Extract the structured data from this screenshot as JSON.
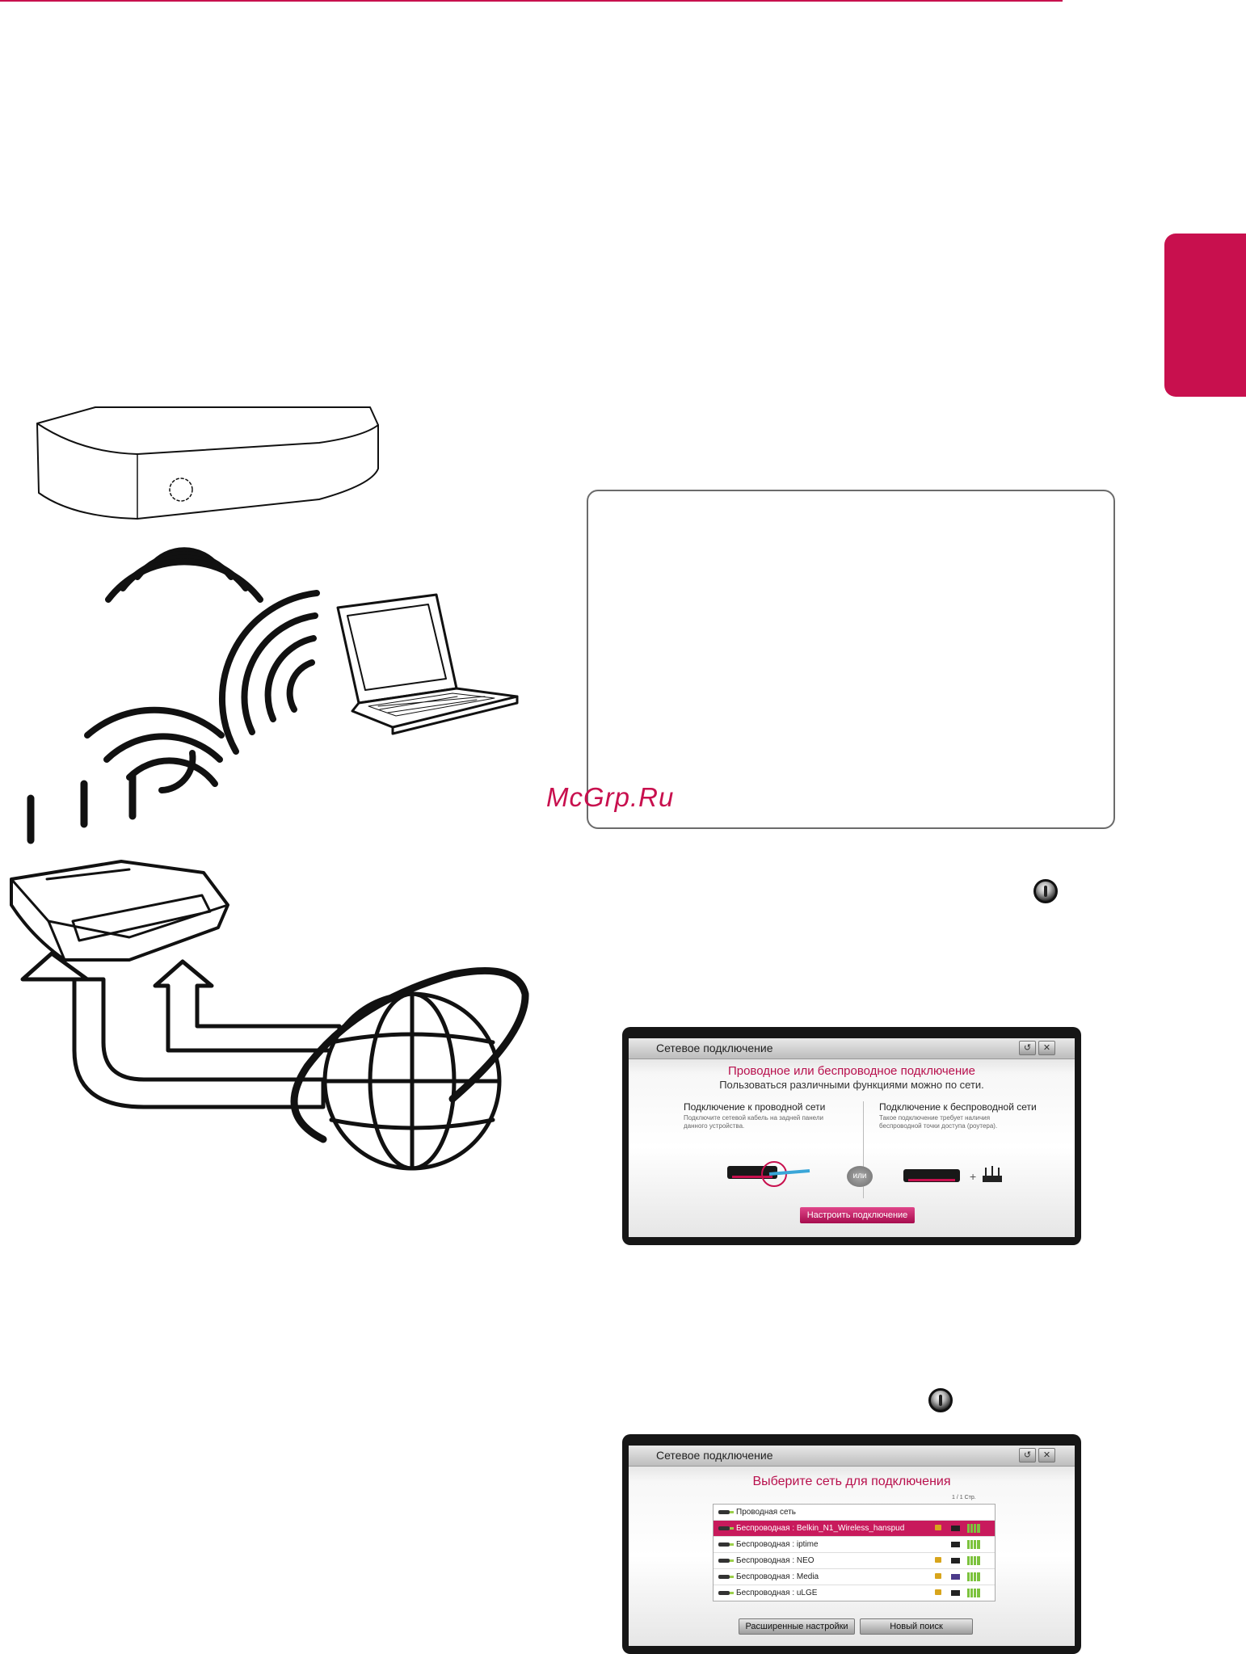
{
  "watermark": "McGrp.Ru",
  "screen1": {
    "header_title": "Сетевое подключение",
    "back_icon": "↺",
    "close_icon": "✕",
    "headline": "Проводное или беспроводное подключение",
    "subtitle": "Пользоваться различными функциями можно по сети.",
    "wired": {
      "title": "Подключение к проводной сети",
      "text": "Подключите сетевой кабель на задней панели данного устройства."
    },
    "or_label": "или",
    "wireless": {
      "title": "Подключение к беспроводной сети",
      "text": "Такое подключение требует наличия беспроводной точки доступа (роутера)."
    },
    "cta": "Настроить подключение"
  },
  "screen2": {
    "header_title": "Сетевое подключение",
    "back_icon": "↺",
    "close_icon": "✕",
    "headline": "Выберите сеть для подключения",
    "page_indicator": "1 / 1 Стр.",
    "networks": [
      {
        "label": "Проводная сеть",
        "selected": false,
        "lock": false,
        "ap": false,
        "signal": false
      },
      {
        "label": "Беспроводная : Belkin_N1_Wireless_hanspud",
        "selected": true,
        "lock": true,
        "ap": true,
        "signal": true
      },
      {
        "label": "Беспроводная : iptime",
        "selected": false,
        "lock": false,
        "ap": true,
        "signal": true
      },
      {
        "label": "Беспроводная : NEO",
        "selected": false,
        "lock": true,
        "ap": true,
        "signal": true
      },
      {
        "label": "Беспроводная : Media",
        "selected": false,
        "lock": true,
        "ap": true,
        "signal": true
      },
      {
        "label": "Беспроводная : uLGE",
        "selected": false,
        "lock": true,
        "ap": true,
        "signal": true
      }
    ],
    "advanced_button": "Расширенные настройки",
    "rescan_button": "Новый поиск"
  },
  "colors": {
    "accent": "#c8104e",
    "signal": "#7cc23d"
  },
  "icons": [
    "media-player-icon",
    "wifi-waves-icon",
    "laptop-icon",
    "router-icon",
    "globe-icon",
    "wheel-button-icon",
    "cable-icon",
    "lock-icon",
    "access-point-icon",
    "signal-icon"
  ]
}
